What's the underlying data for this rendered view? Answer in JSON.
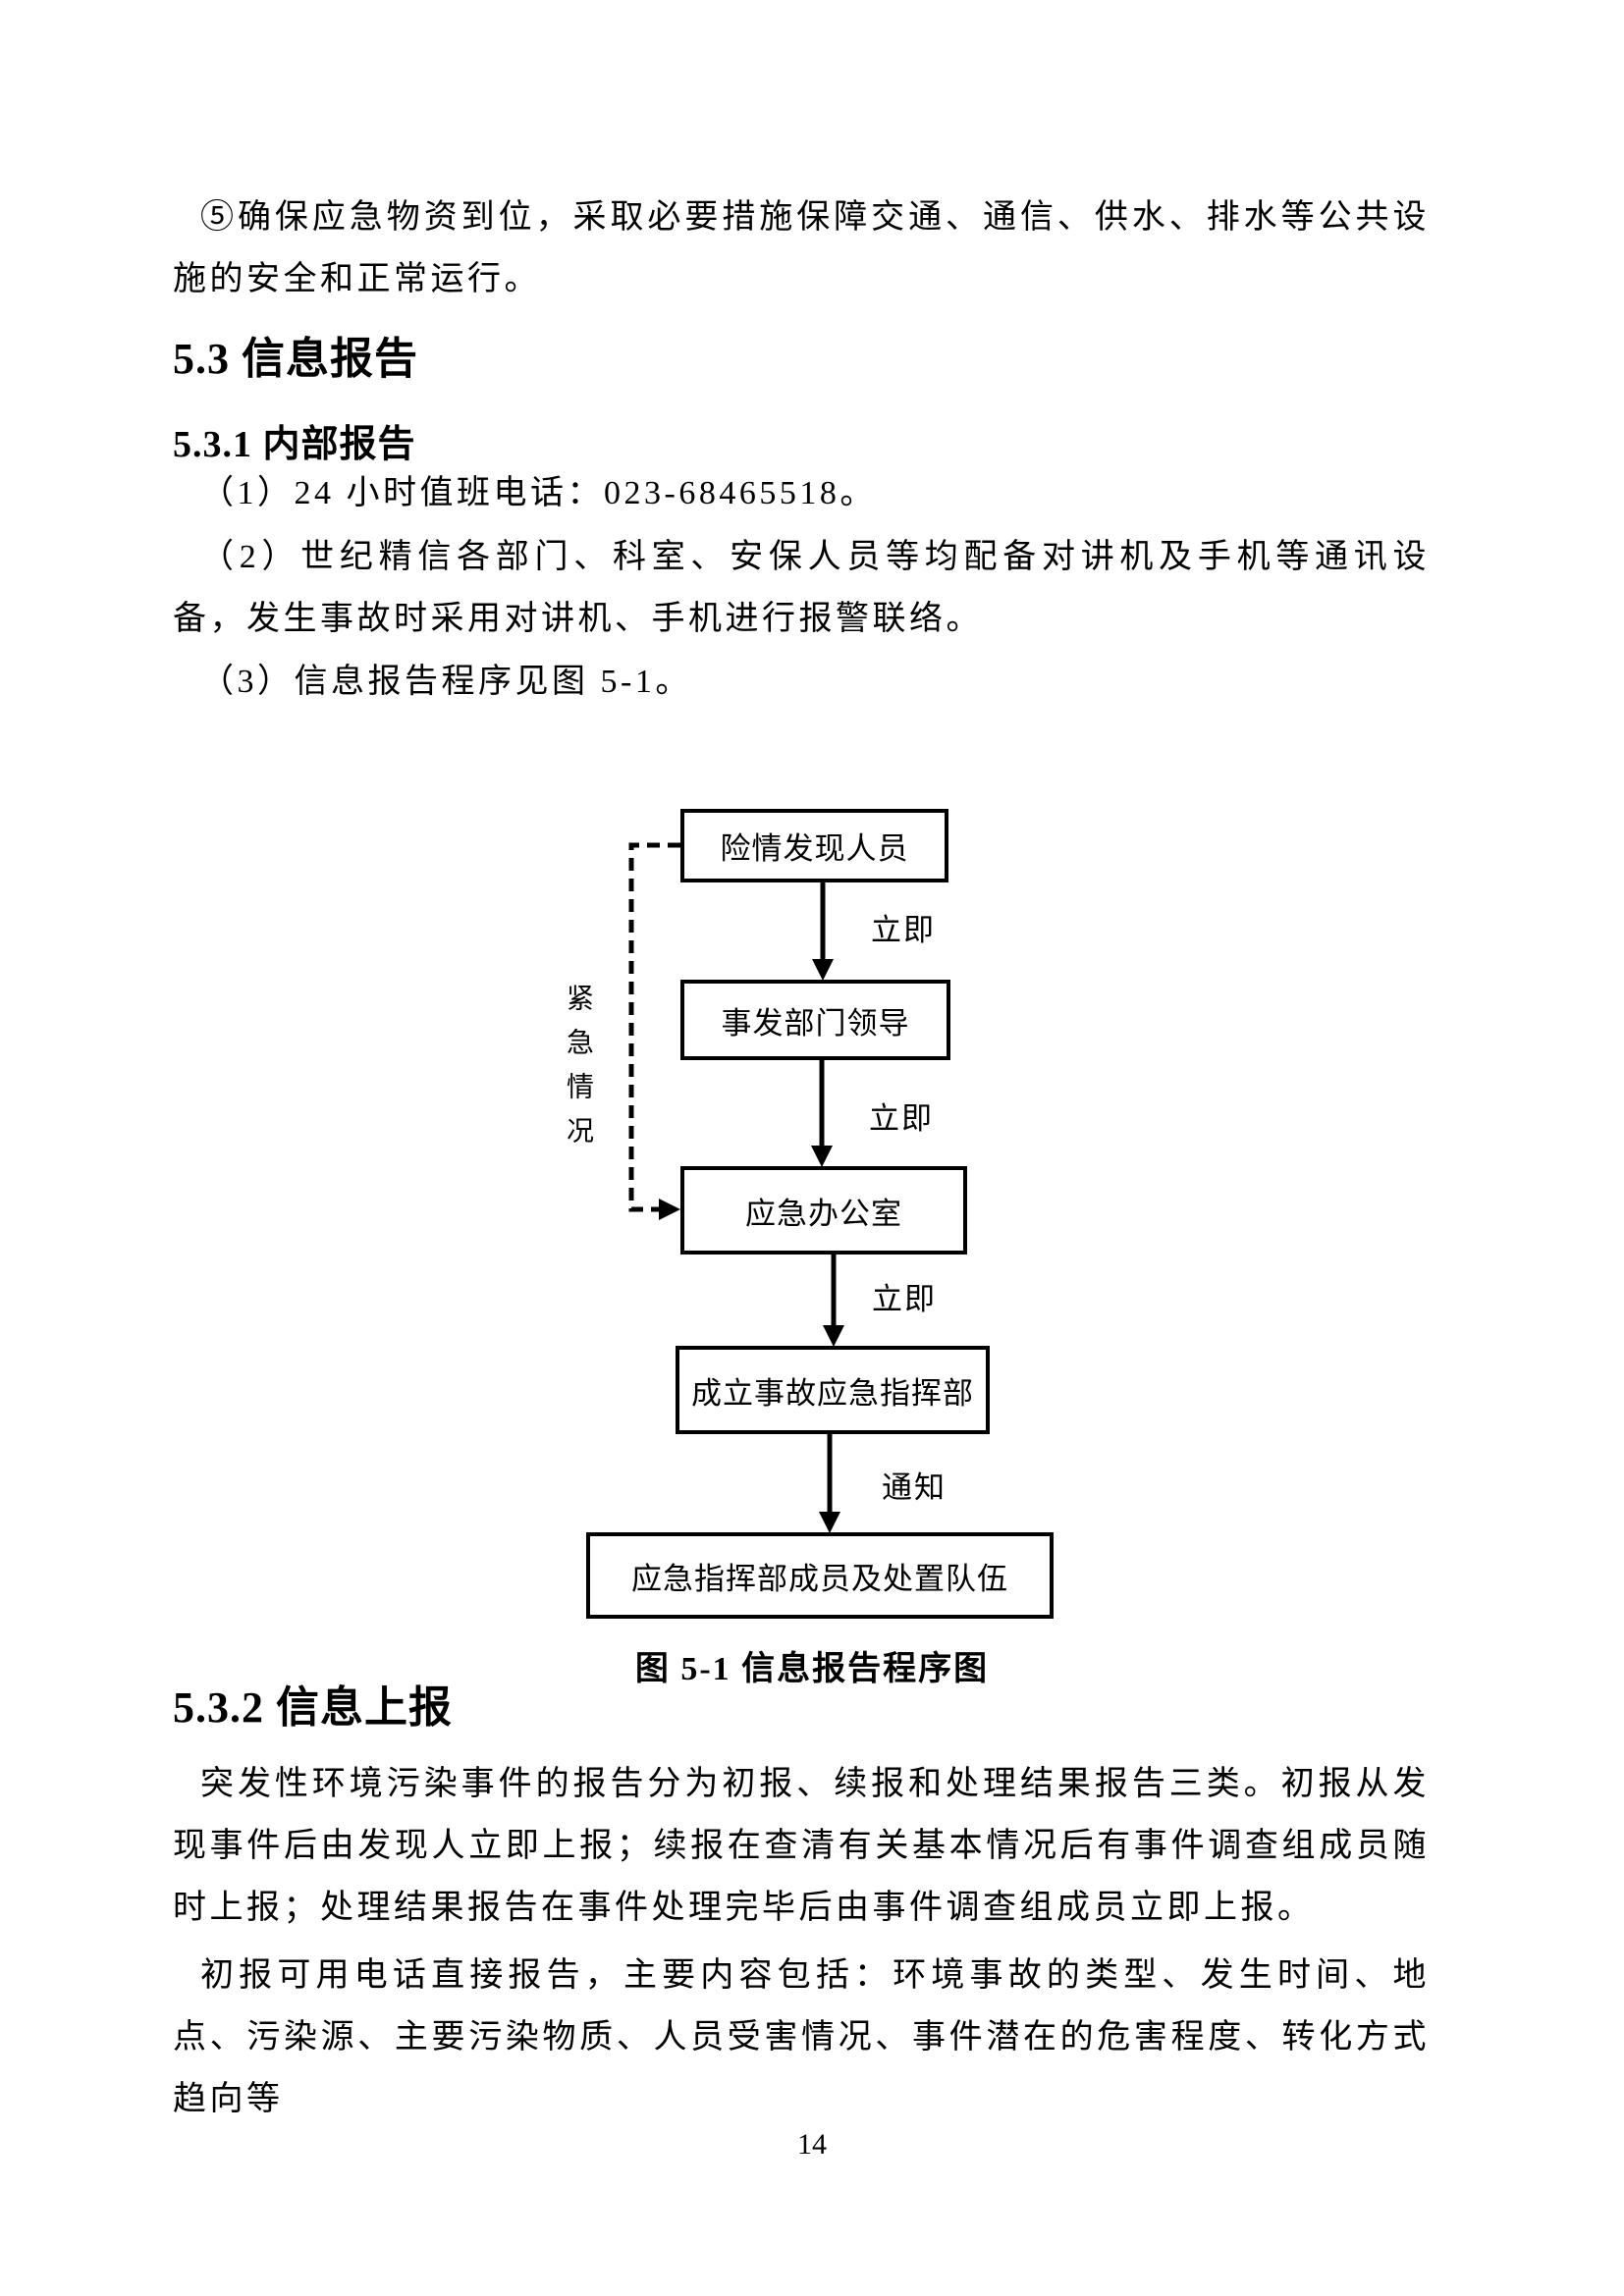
{
  "document": {
    "intro": "⑤确保应急物资到位，采取必要措施保障交通、通信、供水、排水等公共设施的安全和正常运行。",
    "heading_5_3": "5.3 信息报告",
    "heading_5_3_1": "5.3.1 内部报告",
    "item_1": "（1）24 小时值班电话：023-68465518。",
    "item_2": "（2）世纪精信各部门、科室、安保人员等均配备对讲机及手机等通讯设备，发生事故时采用对讲机、手机进行报警联络。",
    "item_3": "（3）信息报告程序见图 5-1。",
    "figure_caption": "图 5-1 信息报告程序图",
    "heading_5_3_2": "5.3.2 信息上报",
    "para_report_types": "突发性环境污染事件的报告分为初报、续报和处理结果报告三类。初报从发现事件后由发现人立即上报；续报在查清有关基本情况后有事件调查组成员随时上报；处理结果报告在事件处理完毕后由事件调查组成员立即上报。",
    "para_initial_report": "初报可用电话直接报告，主要内容包括：环境事故的类型、发生时间、地点、污染源、主要污染物质、人员受害情况、事件潜在的危害程度、转化方式趋向等",
    "page_number": "14"
  },
  "flowchart": {
    "nodes": [
      {
        "label": "险情发现人员"
      },
      {
        "label": "事发部门领导"
      },
      {
        "label": "应急办公室"
      },
      {
        "label": "成立事故应急指挥部"
      },
      {
        "label": "应急指挥部成员及处置队伍"
      }
    ],
    "edge_labels": [
      "立即",
      "立即",
      "立即",
      "通知"
    ],
    "side_label": "紧急情况",
    "line_color": "#000000"
  }
}
